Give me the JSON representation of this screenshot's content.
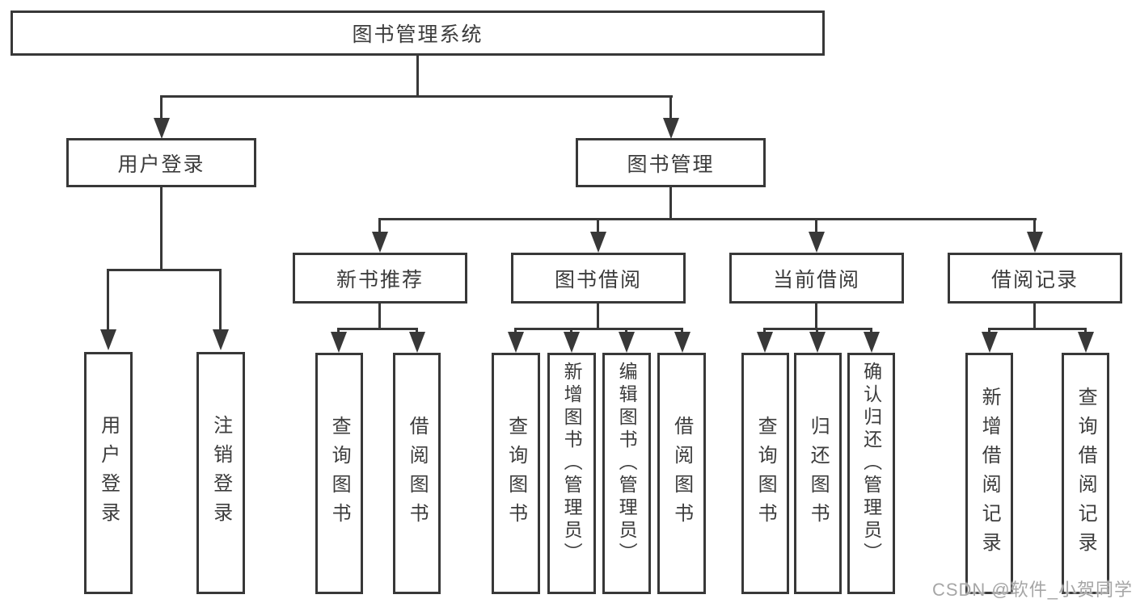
{
  "diagram": {
    "root": {
      "label": "图书管理系统"
    },
    "branches": [
      {
        "label": "用户登录",
        "children": [
          {
            "label": "用户登录"
          },
          {
            "label": "注销登录"
          }
        ]
      },
      {
        "label": "图书管理",
        "children": [
          {
            "label": "新书推荐",
            "children": [
              {
                "label": "查询图书"
              },
              {
                "label": "借阅图书"
              }
            ]
          },
          {
            "label": "图书借阅",
            "children": [
              {
                "label": "查询图书"
              },
              {
                "label": "新增图书（管理员）"
              },
              {
                "label": "编辑图书（管理员）"
              },
              {
                "label": "借阅图书"
              }
            ]
          },
          {
            "label": "当前借阅",
            "children": [
              {
                "label": "查询图书"
              },
              {
                "label": "归还图书"
              },
              {
                "label": "确认归还（管理员）"
              }
            ]
          },
          {
            "label": "借阅记录",
            "children": [
              {
                "label": "新增借阅记录"
              },
              {
                "label": "查询借阅记录"
              }
            ]
          }
        ]
      }
    ]
  },
  "watermark": {
    "text": "CSDN @软件_小贺同学"
  },
  "colors": {
    "line": "#383838",
    "text": "#3c3c3c",
    "watermark": "#a6a6a6",
    "background": "#ffffff"
  }
}
